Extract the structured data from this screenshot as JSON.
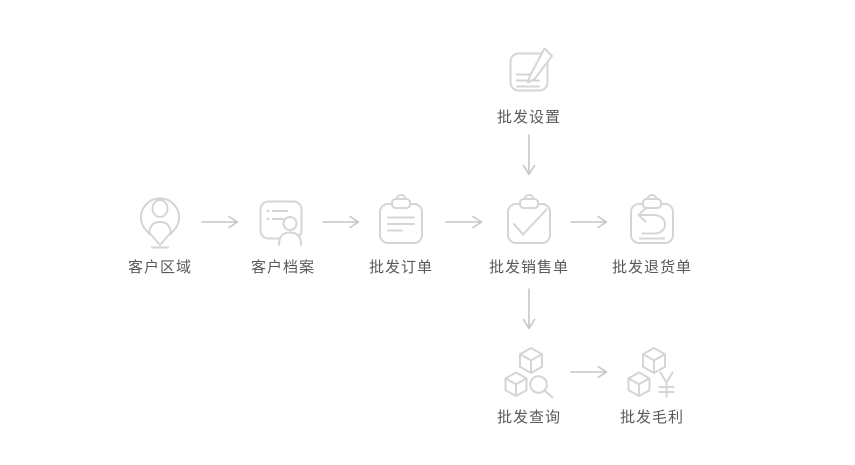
{
  "colors": {
    "page_bg": "#ffffff",
    "icon_stroke": "#d5d5d5",
    "arrow_stroke": "#c6c6c6",
    "label_text": "#595959"
  },
  "flow": {
    "settings_node": {
      "label": "批发设置",
      "icon": "document-edit-icon"
    },
    "main_row": {
      "customer_area": {
        "label": "客户区域",
        "icon": "customer-location-icon"
      },
      "customer_file": {
        "label": "客户档案",
        "icon": "customer-card-icon"
      },
      "wholesale_order": {
        "label": "批发订单",
        "icon": "clipboard-lines-icon"
      },
      "wholesale_sales": {
        "label": "批发销售单",
        "icon": "clipboard-check-icon"
      },
      "wholesale_return": {
        "label": "批发退货单",
        "icon": "clipboard-return-icon"
      }
    },
    "bottom_row": {
      "wholesale_query": {
        "label": "批发查询",
        "icon": "cubes-search-icon"
      },
      "wholesale_profit": {
        "label": "批发毛利",
        "icon": "cubes-yuan-icon"
      }
    }
  }
}
